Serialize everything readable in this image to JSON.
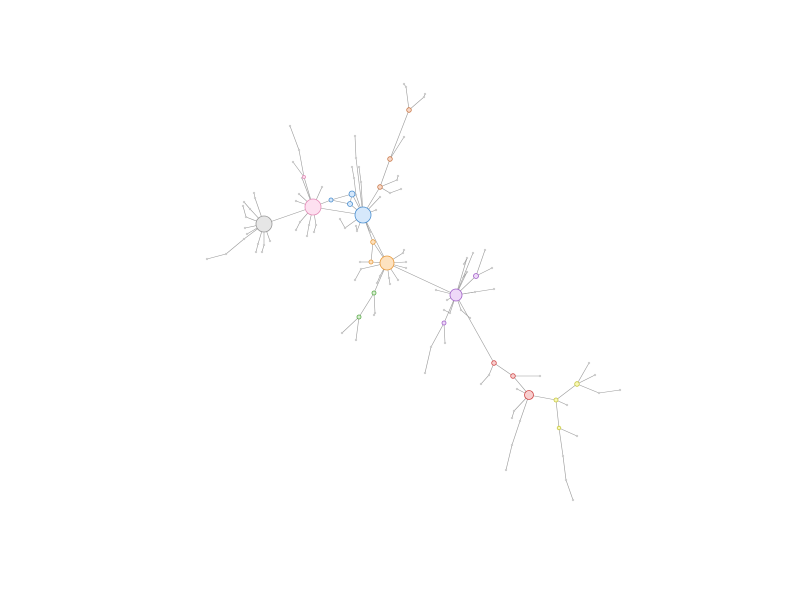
{
  "diagram": {
    "type": "network-graph",
    "background": "#ffffff",
    "edge_color": "#9a9a9a",
    "clusters": [
      {
        "name": "gray",
        "color": "#e6e6e6",
        "stroke": "#999999"
      },
      {
        "name": "pink",
        "color": "#fde0f0",
        "stroke": "#e48cb8"
      },
      {
        "name": "blue",
        "color": "#d6e8fb",
        "stroke": "#4a8fd0"
      },
      {
        "name": "orange",
        "color": "#fde2c0",
        "stroke": "#e89a3c"
      },
      {
        "name": "purple",
        "color": "#eed8f8",
        "stroke": "#a060c8"
      },
      {
        "name": "red",
        "color": "#f8cfcf",
        "stroke": "#d04848"
      },
      {
        "name": "yellow",
        "color": "#f8f8b8",
        "stroke": "#c8c840"
      },
      {
        "name": "green",
        "color": "#d8f0d0",
        "stroke": "#58a848"
      },
      {
        "name": "brown",
        "color": "#f8d8c8",
        "stroke": "#c87848"
      }
    ]
  }
}
